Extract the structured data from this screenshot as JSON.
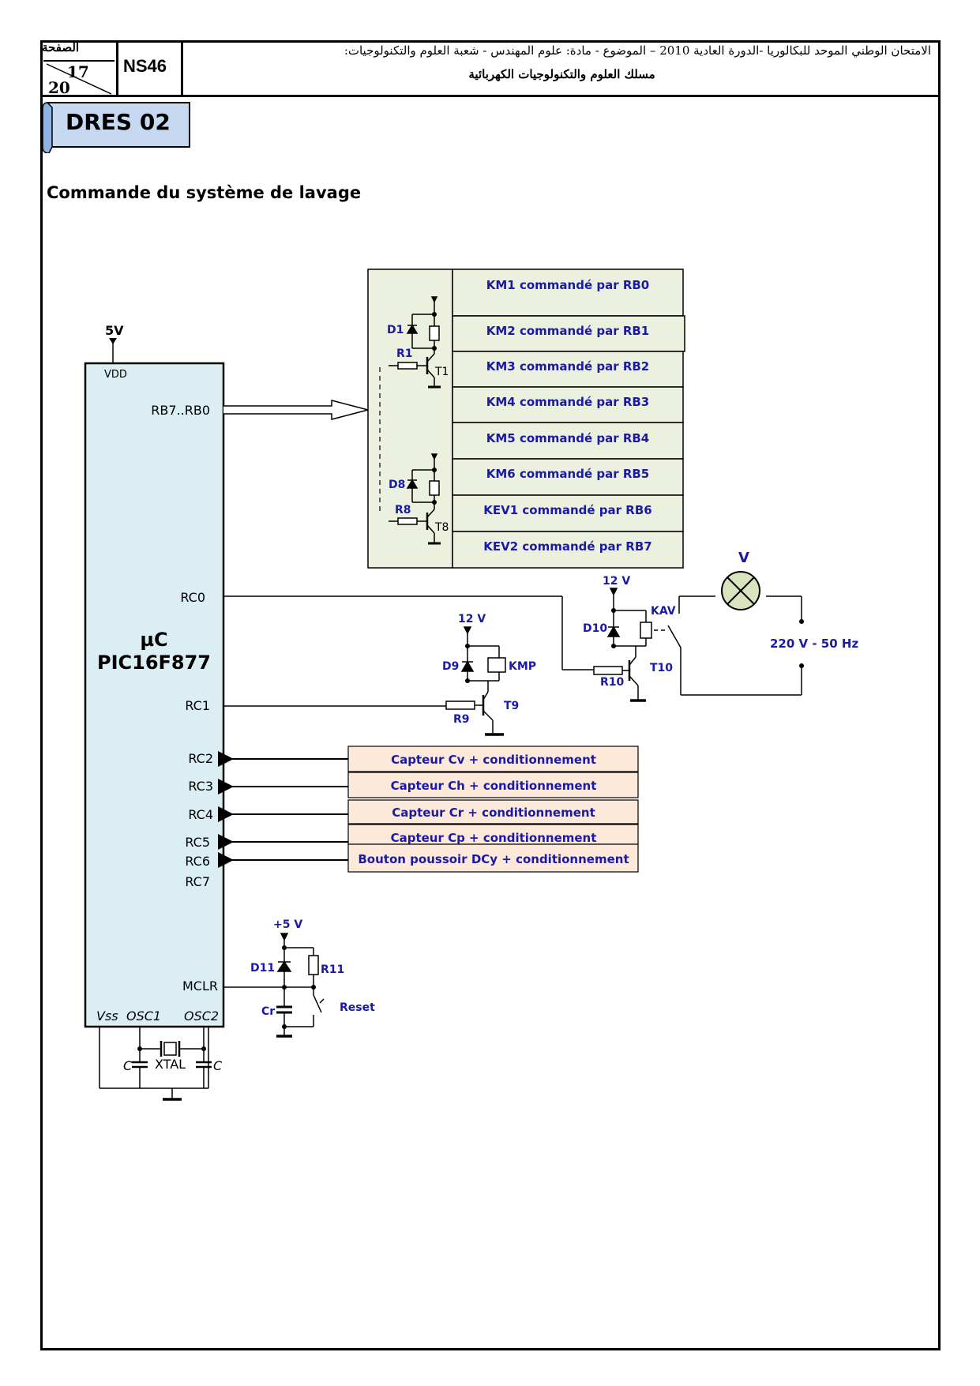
{
  "header": {
    "page_word": "الصفحة",
    "page_current": "17",
    "page_total": "20",
    "code": "NS46",
    "title_line1": "الامتحان الوطني الموحد للبكالوريا -الدورة العادية 2010 – الموضوع - مادة: علوم المهندس - شعبة العلوم والتكنولوجيات:",
    "title_line2": "مسلك العلوم والتكنولوجيات الكهربائية"
  },
  "doc_label": "DRES 02",
  "section_title": "Commande du système de lavage",
  "mcu": {
    "supply": "5V",
    "vdd": "VDD",
    "name_line1": "µC",
    "name_line2": "PIC16F877",
    "pins": {
      "rb": "RB7..RB0",
      "rc0": "RC0",
      "rc1": "RC1",
      "rc2": "RC2",
      "rc3": "RC3",
      "rc4": "RC4",
      "rc5": "RC5",
      "rc6": "RC6",
      "rc7": "RC7",
      "mclr": "MCLR",
      "vss": "Vss",
      "osc1": "OSC1",
      "osc2": "OSC2"
    }
  },
  "relay_bank": {
    "d_top": "D1",
    "r_top": "R1",
    "t_top": "T1",
    "d_bot": "D8",
    "r_bot": "R8",
    "t_bot": "T8",
    "rows": [
      "KM1 commandé par RB0",
      "KM2 commandé par RB1",
      "KM3 commandé par RB2",
      "KM4 commandé par RB3",
      "KM5 commandé par RB4",
      "KM6 commandé par RB5",
      "KEV1 commandé par RB6",
      "KEV2 commandé par RB7"
    ]
  },
  "kav_circuit": {
    "supply": "12 V",
    "diode": "D10",
    "relay": "KAV",
    "resistor": "R10",
    "transistor": "T10",
    "lamp": "V",
    "mains": "220 V - 50 Hz"
  },
  "kmp_circuit": {
    "supply": "12 V",
    "diode": "D9",
    "relay": "KMP",
    "resistor": "R9",
    "transistor": "T9"
  },
  "inputs": [
    "Capteur Cv  + conditionnement",
    "Capteur Ch + conditionnement",
    "Capteur Cr + conditionnement",
    "Capteur Cp + conditionnement",
    "Bouton poussoir  DCy + conditionnement"
  ],
  "reset_circuit": {
    "supply": "+5 V",
    "diode": "D11",
    "resistor": "R11",
    "capacitor": "Cr",
    "switch": "Reset"
  },
  "oscillator": {
    "crystal": "XTAL",
    "cap_left": "C",
    "cap_right": "C"
  },
  "colors": {
    "mcu_fill": "#daeef3",
    "relay_bank_fill": "#ebf1de",
    "input_box_fill": "#fde9d9",
    "label_blue": "#1a1aa6",
    "doc_label_fill": "#c6d9f1"
  }
}
